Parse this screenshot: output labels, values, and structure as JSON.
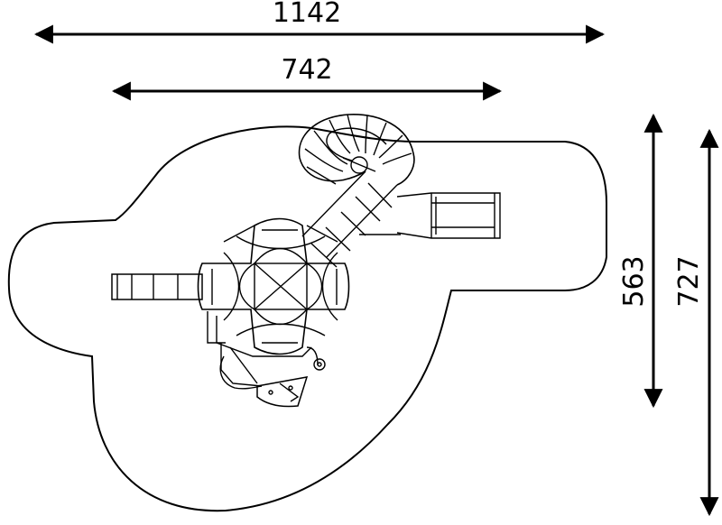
{
  "dimensions": {
    "overall_width": "1142",
    "structure_width": "742",
    "structure_depth": "563",
    "overall_depth": "727"
  },
  "colors": {
    "line": "#000000",
    "background": "#ffffff"
  },
  "icons": [
    "arrowhead-icon"
  ]
}
